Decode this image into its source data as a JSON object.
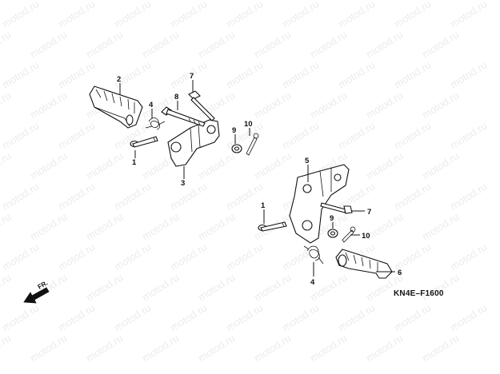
{
  "watermark": {
    "text": "motod.ru"
  },
  "diagram_code": "KN4E–F1600",
  "front_arrow_label": "FR.",
  "callouts": [
    "1",
    "2",
    "3",
    "4",
    "5",
    "6",
    "7",
    "8",
    "9",
    "10"
  ],
  "colors": {
    "ink": "#111111",
    "background": "#ffffff",
    "watermark": "#ececec"
  }
}
